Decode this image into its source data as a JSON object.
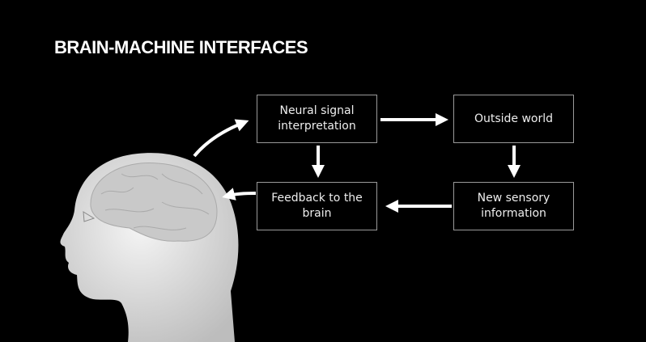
{
  "title": "BRAIN-MACHINE INTERFACES",
  "boxes": {
    "neural": "Neural signal interpretation",
    "outside": "Outside world",
    "feedback": "Feedback to the brain",
    "sensory": "New sensory information"
  },
  "colors": {
    "background": "#000000",
    "arrow": "#ffffff",
    "box_border": "#9a9a9a"
  }
}
